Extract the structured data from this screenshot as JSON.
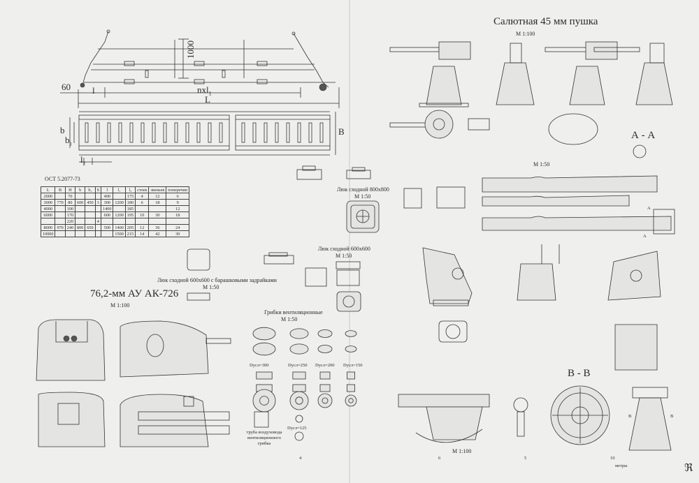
{
  "ladder": {
    "dim_1000": "1000",
    "dim_60": "60",
    "dim_l": "l",
    "dim_nxl": "nxl",
    "dim_nxl_sub": "1",
    "dim_L": "L",
    "dim_b": "b",
    "dim_b1": "b",
    "dim_b1_sub": "1",
    "dim_l2": "l",
    "dim_l2_sub": "2",
    "dim_B": "B"
  },
  "ost_table": {
    "title": "ОСТ 5.2077-73",
    "headers": [
      "L",
      "B",
      "H",
      "b",
      "b₁",
      "S",
      "l",
      "l₁",
      "l₂",
      "стоек",
      "звеньев",
      "поперечин"
    ],
    "rows": [
      [
        "2000",
        "",
        "70",
        "",
        "",
        "",
        "400",
        "",
        "175",
        "4",
        "12",
        "6"
      ],
      [
        "3000",
        "770",
        "80",
        "600",
        "450",
        "3",
        "300",
        "1200",
        "180",
        "6",
        "18",
        "9"
      ],
      [
        "4000",
        "",
        "100",
        "",
        "",
        "",
        "1400",
        "",
        "185",
        "",
        "",
        "12"
      ],
      [
        "6000",
        "",
        "170",
        "",
        "",
        "",
        "600",
        "1200",
        "195",
        "10",
        "30",
        "18"
      ],
      [
        "",
        "",
        "220",
        "",
        "",
        "4",
        "",
        "",
        "",
        "",
        "",
        ""
      ],
      [
        "8000",
        "970",
        "240",
        "800",
        "650",
        "",
        "500",
        "1400",
        "205",
        "12",
        "36",
        "24"
      ],
      [
        "10000",
        "",
        "",
        "",
        "",
        "",
        "",
        "1500",
        "215",
        "14",
        "42",
        "30"
      ]
    ]
  },
  "hatch_800": {
    "title": "Люк сходной 800х800",
    "scale": "М 1:50"
  },
  "hatch_600": {
    "title": "Люк сходной 600х600",
    "scale": "М 1:50"
  },
  "hatch_600_bolts": {
    "title": "Люк сходной 600х600 с барашковыми задрайками",
    "scale": "М 1:50"
  },
  "ak726": {
    "title": "76,2-мм АУ АК-726",
    "scale": "М  1:100"
  },
  "vents": {
    "title": "Грибки вентиляционные",
    "scale": "М 1:50",
    "sizes": [
      "Dуcл=300",
      "Dуcл=250",
      "Dуcл=200",
      "Dуcл=150",
      "Dуcл=125"
    ],
    "pipe_caption": "труба воздуховода вентиляционного грибка"
  },
  "gun45": {
    "title": "Салютная 45 мм пушка",
    "scale_top": "М  1:100",
    "scale_mid": "М  1:50",
    "section_aa": "А - А",
    "section_bb": "В - В",
    "mark_a": "А",
    "mark_b": "В",
    "scale_bottom": "М  1:100",
    "footer_note": "метры"
  },
  "page_numbers": {
    "left": "4",
    "center_left": "6",
    "center": "5",
    "right": "10"
  },
  "monogram": "ℜ"
}
